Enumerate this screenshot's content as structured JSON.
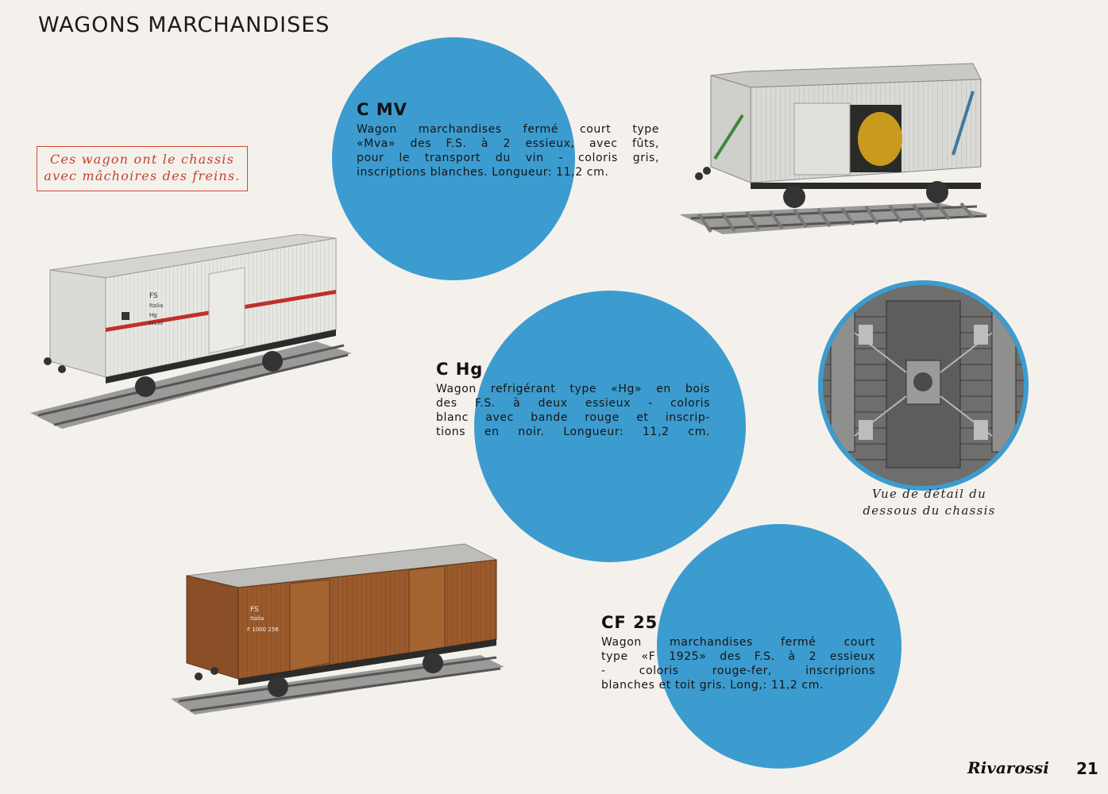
{
  "page": {
    "title": "WAGONS MARCHANDISES",
    "brand": "Rivarossi",
    "page_number": "21"
  },
  "note": {
    "line1": "Ces wagon ont le chassis",
    "line2": "avec mâchoires des freins."
  },
  "products": [
    {
      "code": "C MV",
      "lines": [
        "Wagon marchandises fermé court type",
        "«Mva» des F.S. à 2 essieux, avec fûts,",
        "pour le transport du vin - coloris gris,",
        "inscriptions blanches. Longueur: 11,2 cm."
      ]
    },
    {
      "code": "C Hg",
      "lines": [
        "Wagon refrigérant type «Hg» en bois",
        "des F.S. à deux essieux - coloris",
        "blanc avec bande rouge et inscrip-",
        "tions en noir. Longueur: 11,2 cm."
      ]
    },
    {
      "code": "CF 25",
      "lines": [
        "Wagon marchandises fermé court",
        "type «F 1925» des F.S. à 2 essieux",
        "- coloris rouge-fer, inscriprions",
        "blanches et toit gris. Long,: 11,2 cm."
      ]
    }
  ],
  "detail_caption": {
    "line1": "Vue de détail du",
    "line2": "dessous du chassis"
  },
  "wagon_markings": {
    "hg_fs": "FS",
    "hg_italia": "Italia",
    "hg_type": "Hg",
    "hg_number": "39130",
    "f_fs": "FS",
    "f_italia": "Italia",
    "f_number": "F 1000 256"
  },
  "colors": {
    "accent_circle": "#3c9ccf",
    "note_red": "#c44428",
    "wagon_grey": "#d9d9d6",
    "wagon_brown": "#9a5a2c",
    "stripe_red": "#c0302a"
  }
}
